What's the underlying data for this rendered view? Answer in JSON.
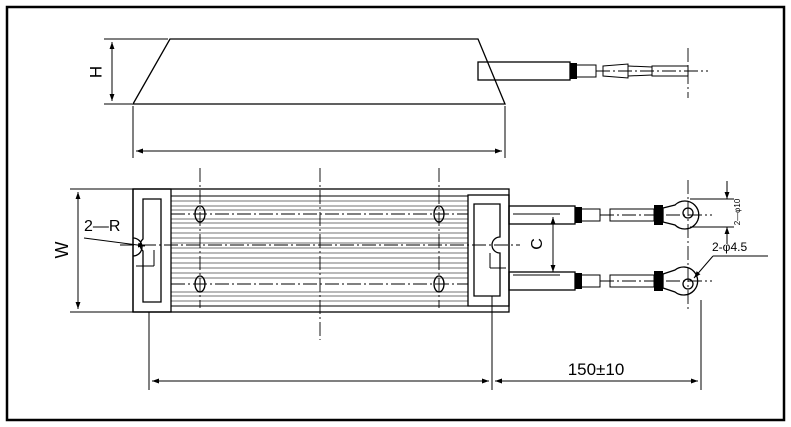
{
  "labels": {
    "height": "H",
    "width": "W",
    "radius": "2—R",
    "hole_spacing": "C",
    "lead_length": "150±10",
    "lug_hole": "2-φ4.5",
    "lug_width": "2—φ10"
  }
}
